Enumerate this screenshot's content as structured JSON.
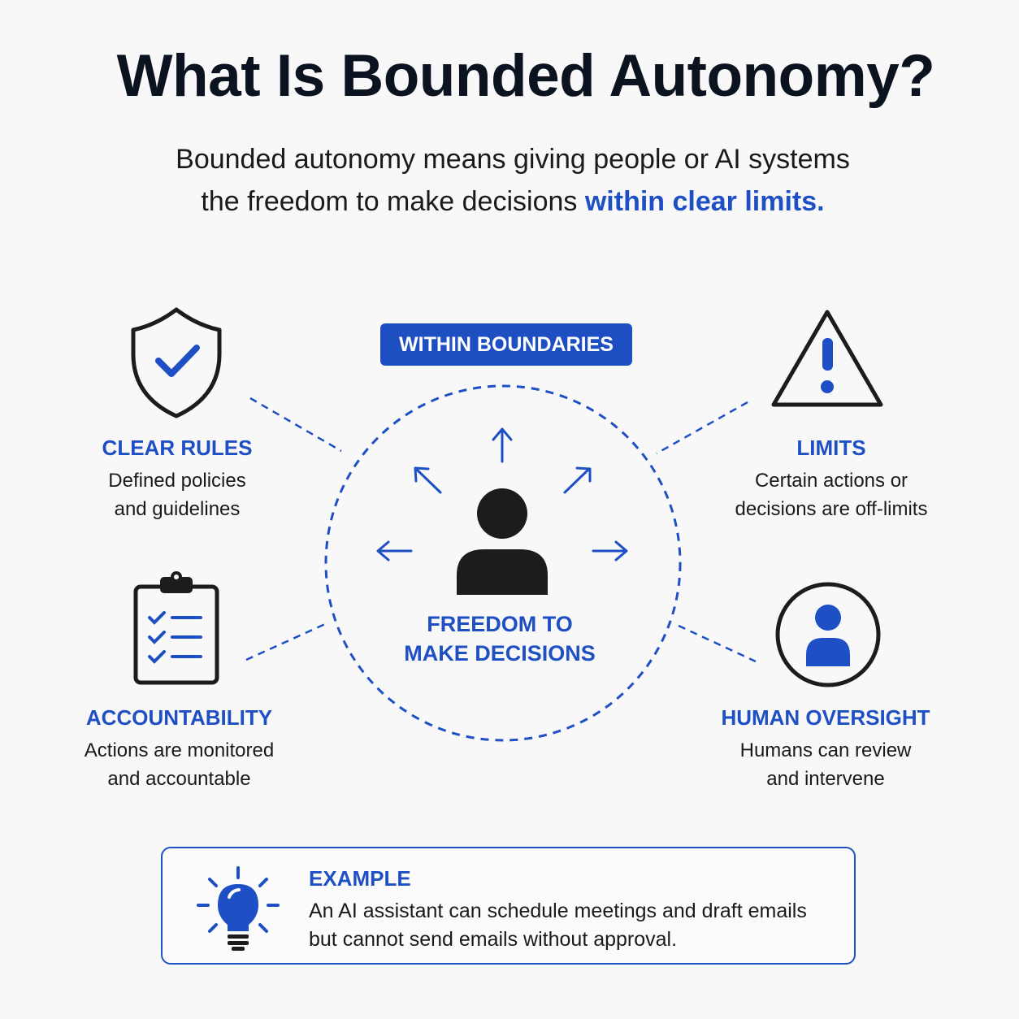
{
  "title": "What Is Bounded Autonomy?",
  "subtitle": {
    "line1": "Bounded autonomy means giving people or AI systems",
    "line2_prefix": "the freedom to make decisions",
    "line2_highlight": "within clear limits."
  },
  "badge": "WITHIN BOUNDARIES",
  "center": {
    "label_line1": "FREEDOM TO",
    "label_line2": "MAKE DECISIONS",
    "icon": "person-icon"
  },
  "items": [
    {
      "id": "clear-rules",
      "icon": "shield-check-icon",
      "heading": "CLEAR RULES",
      "desc_line1": "Defined policies",
      "desc_line2": "and guidelines"
    },
    {
      "id": "limits",
      "icon": "warning-triangle-icon",
      "heading": "LIMITS",
      "desc_line1": "Certain actions or",
      "desc_line2": "decisions are off-limits"
    },
    {
      "id": "accountability",
      "icon": "clipboard-checklist-icon",
      "heading": "ACCOUNTABILITY",
      "desc_line1": "Actions are monitored",
      "desc_line2": "and accountable"
    },
    {
      "id": "human-oversight",
      "icon": "person-circle-icon",
      "heading": "HUMAN OVERSIGHT",
      "desc_line1": "Humans can review",
      "desc_line2": "and intervene"
    }
  ],
  "example": {
    "heading": "EXAMPLE",
    "line1": "An AI assistant can schedule meetings and draft emails",
    "line2": "but cannot send emails without approval.",
    "icon": "lightbulb-icon"
  },
  "colors": {
    "accent": "#1f4fc4",
    "dark": "#1a1a1a",
    "background": "#f8f8f8"
  }
}
